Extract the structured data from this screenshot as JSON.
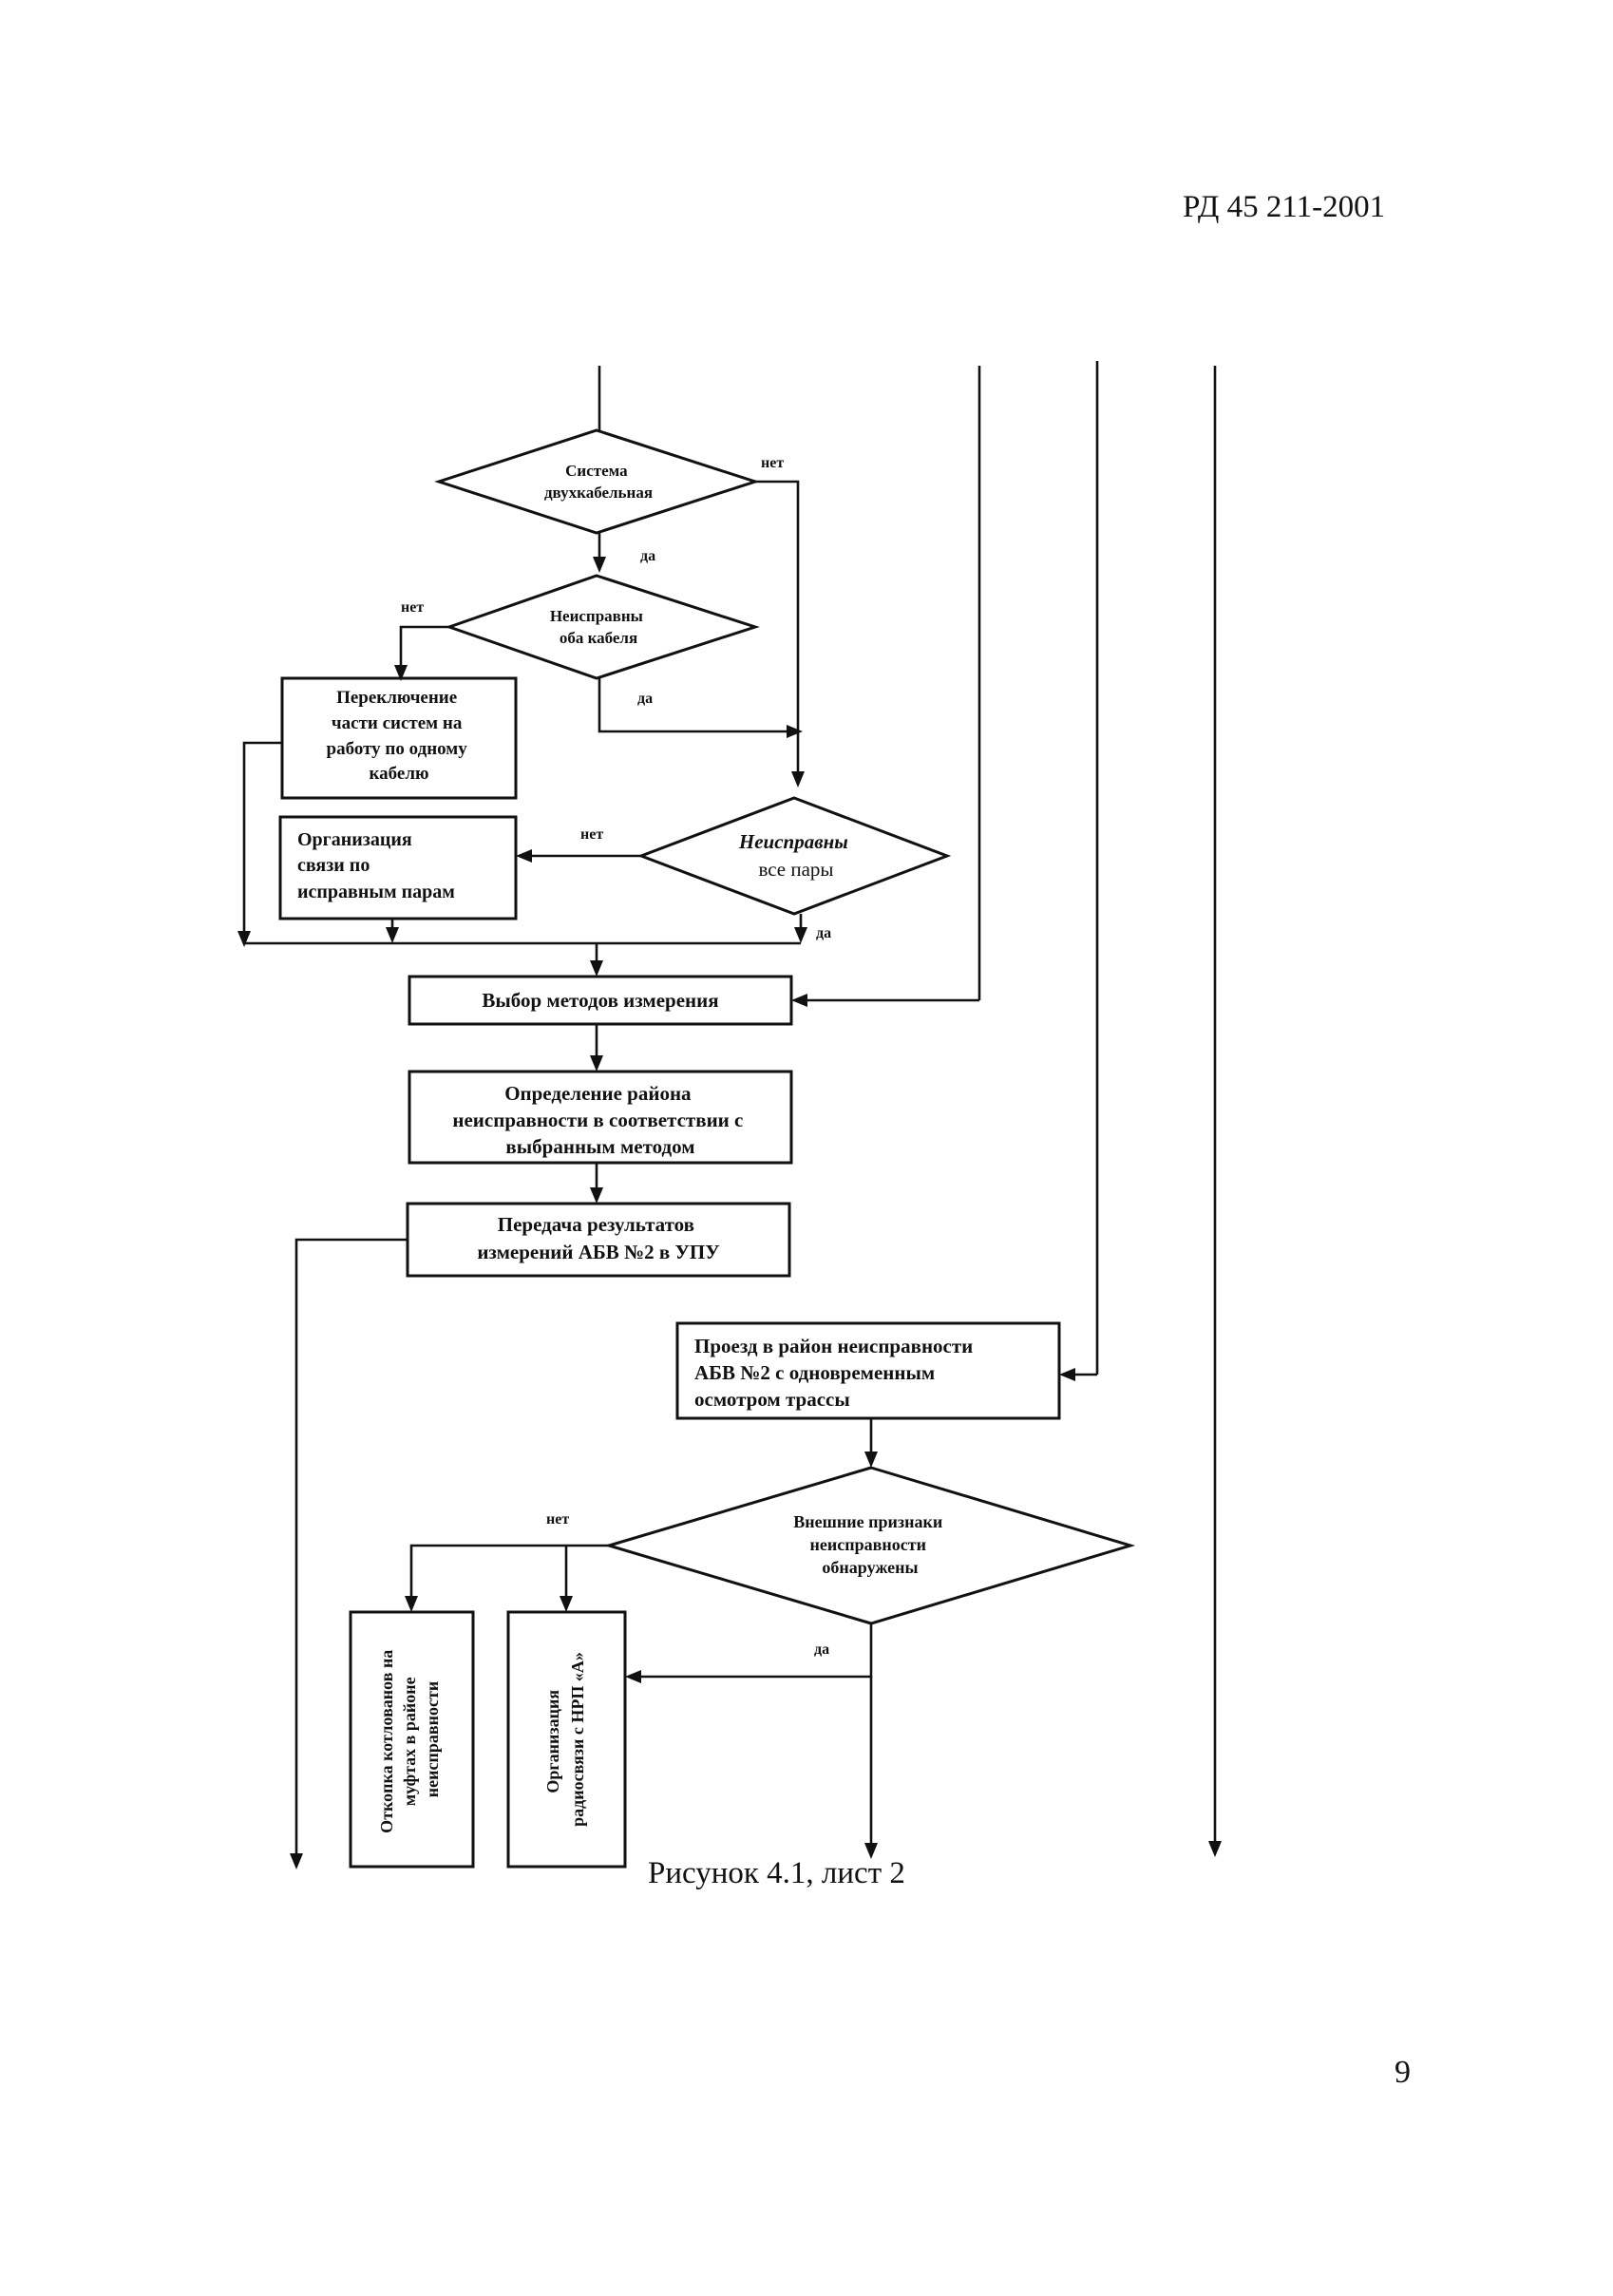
{
  "header": {
    "doc_code": "РД 45 211-2001"
  },
  "page_number": "9",
  "caption": "Рисунок 4.1, лист 2",
  "nodes": {
    "dec_two_cable": [
      "Система",
      "двухкабельная"
    ],
    "dec_both_faulty": [
      "Неисправны",
      "оба кабеля"
    ],
    "proc_switch": [
      "Переключение",
      "части систем на",
      "работу по одному",
      "кабелю"
    ],
    "dec_all_pairs": [
      "Неисправны",
      "все пары"
    ],
    "proc_org_link": [
      "Организация",
      "связи по",
      "исправным парам"
    ],
    "proc_select_method": [
      "Выбор методов измерения"
    ],
    "proc_determine_area": [
      "Определение района",
      "неисправности в соответствии с",
      "выбранным методом"
    ],
    "proc_transmit": [
      "Передача результатов",
      "измерений   АБВ №2 в УПУ"
    ],
    "proc_travel": [
      "Проезд в район неисправности",
      "АБВ №2 с одновременным",
      "осмотром трассы"
    ],
    "dec_external_signs": [
      "Внешние признаки",
      "неисправности",
      "обнаружены"
    ],
    "proc_excavate": [
      "Откопка котлованов на",
      "муфтах в районе",
      "неисправности"
    ],
    "proc_radio": [
      "Организация",
      "радиосвязи с НРП «А»"
    ]
  },
  "branch_labels": {
    "yes": "да",
    "no": "нет"
  }
}
